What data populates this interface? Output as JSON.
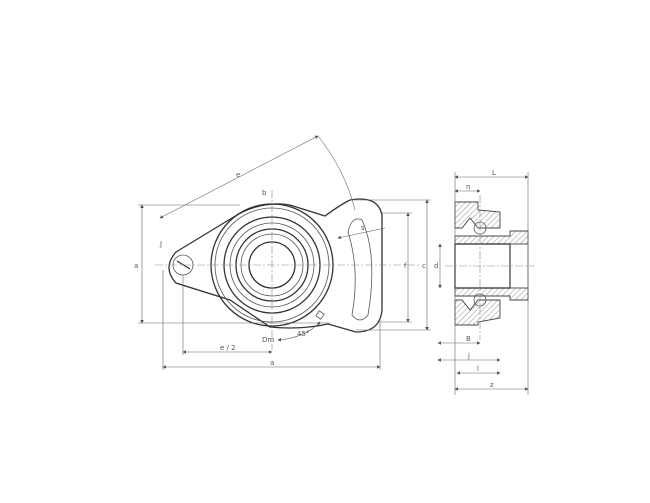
{
  "drawing": {
    "front_view_labels": {
      "e": "e",
      "s": "s",
      "a": "a",
      "e_half": "e / 2",
      "angle": "45°",
      "b": "b",
      "bolt": "J",
      "dm": "Dm",
      "overall": "a"
    },
    "side_view_labels": {
      "L": "L",
      "n": "n",
      "c": "c",
      "f": "f",
      "d": "d",
      "B": "B",
      "j": "j",
      "l": "l",
      "z": "z"
    }
  }
}
